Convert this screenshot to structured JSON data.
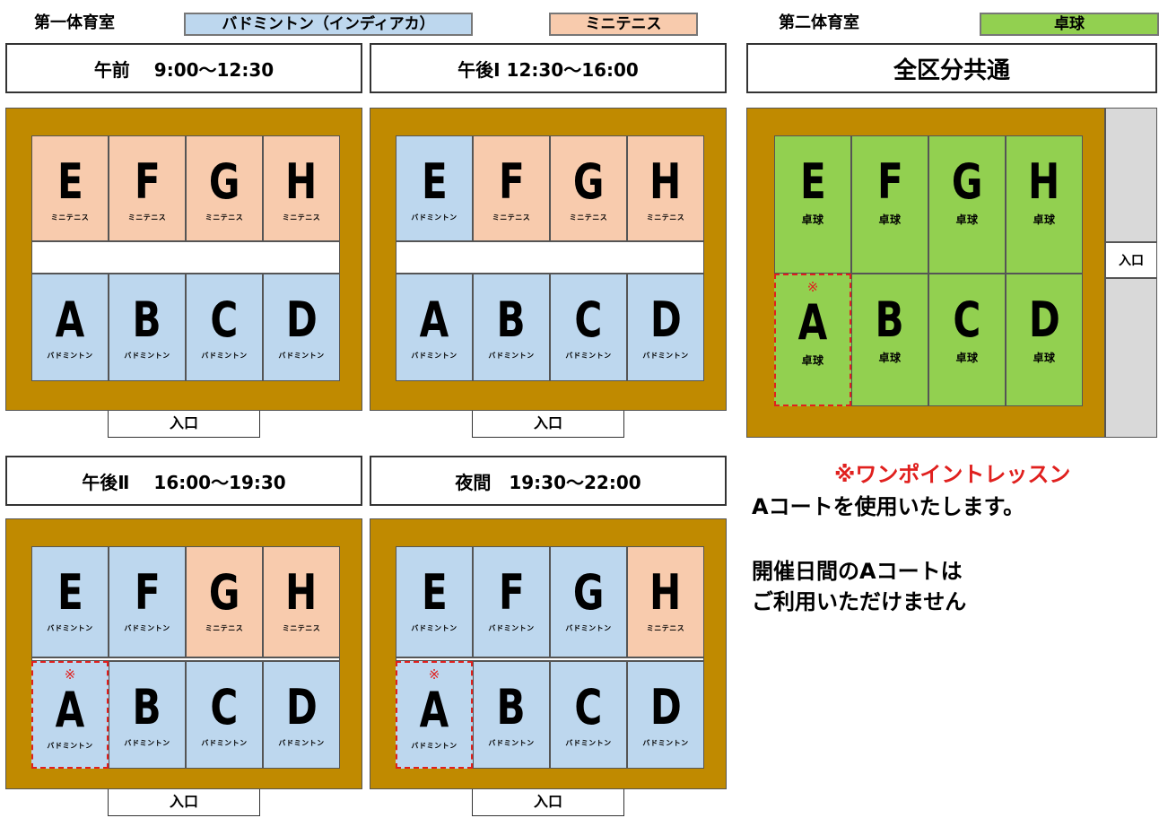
{
  "header": {
    "gym1_label": "第一体育室",
    "legend_badminton": "バドミントン（インディアカ）",
    "legend_minitennis": "ミニテニス",
    "gym2_label": "第二体育室",
    "legend_tabletennis": "卓球"
  },
  "colors": {
    "badminton": "#bdd7ee",
    "minitennis": "#f8cbad",
    "tabletennis": "#92d050",
    "floor": "#c08a00",
    "mark": "#e0201e"
  },
  "sport_labels": {
    "badminton": "バドミントン",
    "minitennis": "ミニテニス",
    "tabletennis": "卓球"
  },
  "entrance_label": "入口",
  "mark_symbol": "※",
  "panels": {
    "morning": {
      "title": "午前　 9:00～12:30",
      "courts": [
        {
          "letter": "E",
          "sport": "ミニテニス"
        },
        {
          "letter": "F",
          "sport": "ミニテニス"
        },
        {
          "letter": "G",
          "sport": "ミニテニス"
        },
        {
          "letter": "H",
          "sport": "ミニテニス"
        },
        {
          "letter": "A",
          "sport": "バドミントン"
        },
        {
          "letter": "B",
          "sport": "バドミントン"
        },
        {
          "letter": "C",
          "sport": "バドミントン"
        },
        {
          "letter": "D",
          "sport": "バドミントン"
        }
      ]
    },
    "afternoon1": {
      "title": "午後Ⅰ 12:30～16:00",
      "courts": [
        {
          "letter": "E",
          "sport": "バドミントン"
        },
        {
          "letter": "F",
          "sport": "ミニテニス"
        },
        {
          "letter": "G",
          "sport": "ミニテニス"
        },
        {
          "letter": "H",
          "sport": "ミニテニス"
        },
        {
          "letter": "A",
          "sport": "バドミントン"
        },
        {
          "letter": "B",
          "sport": "バドミントン"
        },
        {
          "letter": "C",
          "sport": "バドミントン"
        },
        {
          "letter": "D",
          "sport": "バドミントン"
        }
      ]
    },
    "common": {
      "title": "全区分共通",
      "courts": [
        {
          "letter": "E",
          "sport": "卓球"
        },
        {
          "letter": "F",
          "sport": "卓球"
        },
        {
          "letter": "G",
          "sport": "卓球"
        },
        {
          "letter": "H",
          "sport": "卓球"
        },
        {
          "letter": "A",
          "sport": "卓球"
        },
        {
          "letter": "B",
          "sport": "卓球"
        },
        {
          "letter": "C",
          "sport": "卓球"
        },
        {
          "letter": "D",
          "sport": "卓球"
        }
      ]
    },
    "afternoon2": {
      "title": "午後Ⅱ　 16:00～19:30",
      "courts": [
        {
          "letter": "E",
          "sport": "バドミントン"
        },
        {
          "letter": "F",
          "sport": "バドミントン"
        },
        {
          "letter": "G",
          "sport": "ミニテニス"
        },
        {
          "letter": "H",
          "sport": "ミニテニス"
        },
        {
          "letter": "A",
          "sport": "バドミントン"
        },
        {
          "letter": "B",
          "sport": "バドミントン"
        },
        {
          "letter": "C",
          "sport": "バドミントン"
        },
        {
          "letter": "D",
          "sport": "バドミントン"
        }
      ]
    },
    "night": {
      "title": "夜間　19:30～22:00",
      "courts": [
        {
          "letter": "E",
          "sport": "バドミントン"
        },
        {
          "letter": "F",
          "sport": "バドミントン"
        },
        {
          "letter": "G",
          "sport": "バドミントン"
        },
        {
          "letter": "H",
          "sport": "ミニテニス"
        },
        {
          "letter": "A",
          "sport": "バドミントン"
        },
        {
          "letter": "B",
          "sport": "バドミントン"
        },
        {
          "letter": "C",
          "sport": "バドミントン"
        },
        {
          "letter": "D",
          "sport": "バドミントン"
        }
      ]
    }
  },
  "notes": {
    "lesson_line1": "※ワンポイントレッスン",
    "lesson_line2": "Aコートを使用いたします。",
    "closed_line1": "開催日間のAコートは",
    "closed_line2": "ご利用いただけません"
  }
}
